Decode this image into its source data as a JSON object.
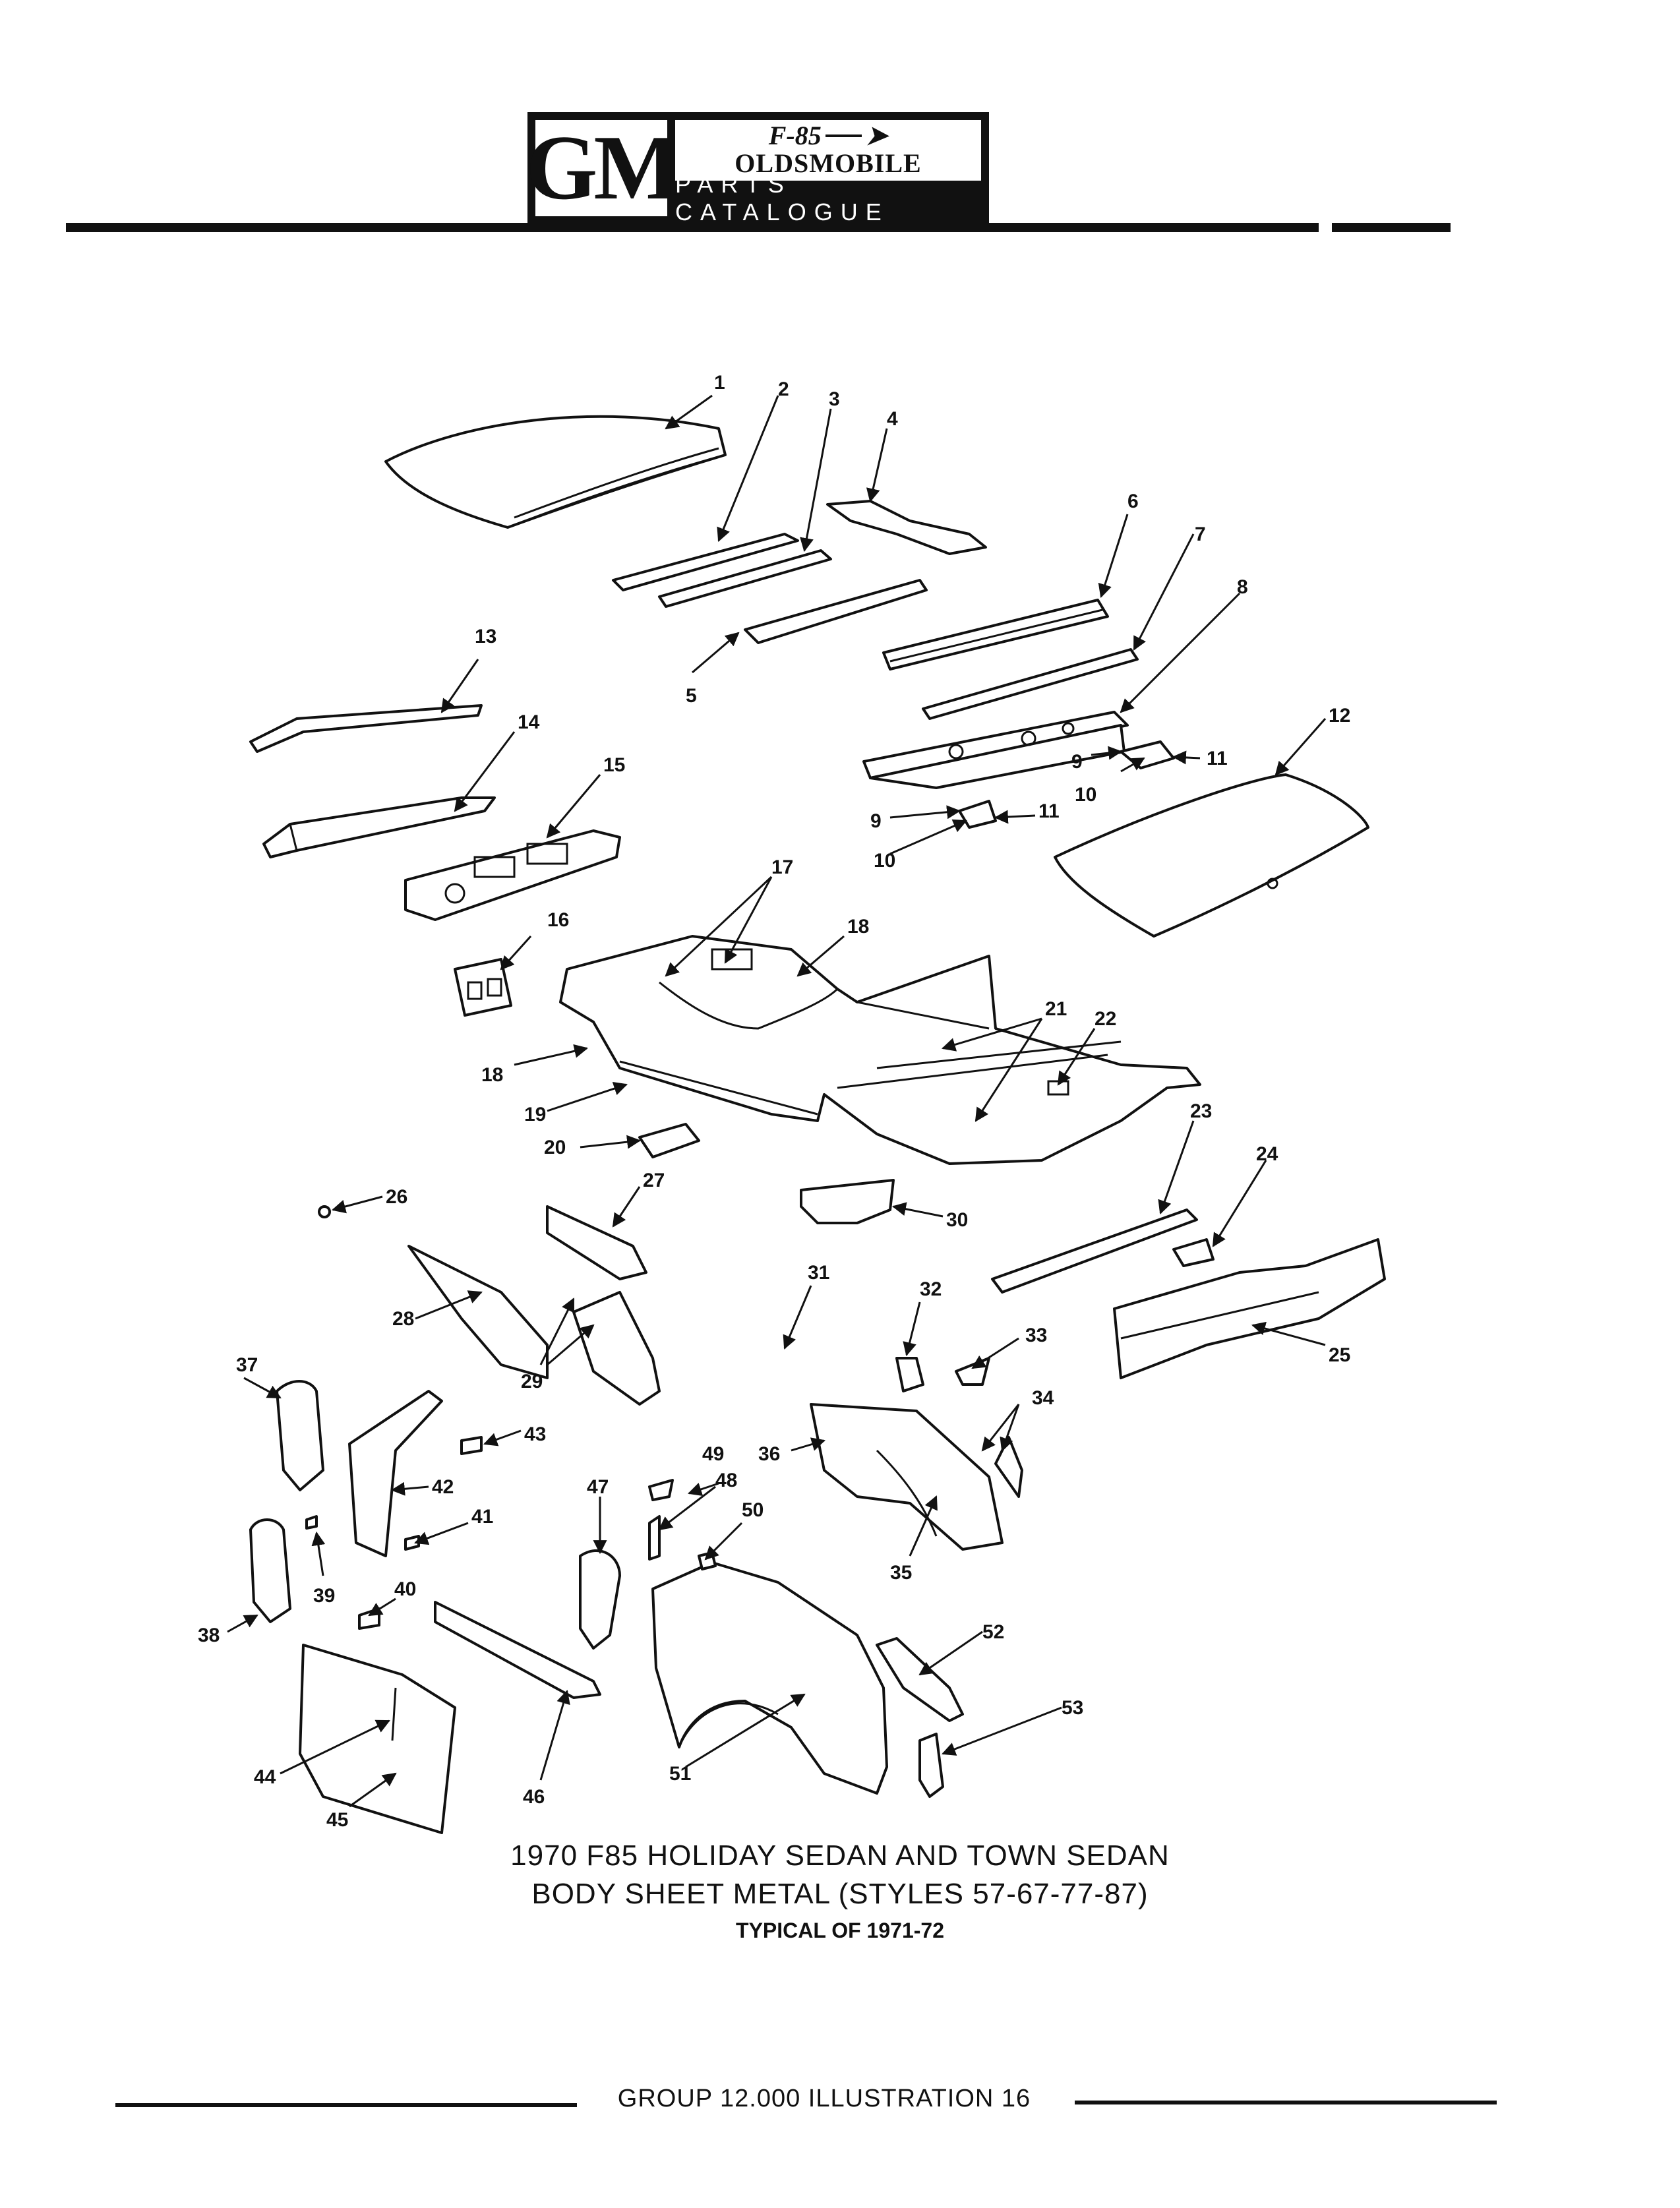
{
  "header": {
    "logo_gm": "GM",
    "logo_model": "F-85",
    "logo_brand": "OLDSMOBILE",
    "logo_catalogue": "PARTS CATALOGUE"
  },
  "callouts": [
    "1",
    "2",
    "3",
    "4",
    "5",
    "6",
    "7",
    "8",
    "9",
    "10",
    "11",
    "12",
    "13",
    "14",
    "15",
    "16",
    "17",
    "18",
    "19",
    "20",
    "21",
    "22",
    "23",
    "24",
    "25",
    "26",
    "27",
    "28",
    "29",
    "30",
    "31",
    "32",
    "33",
    "34",
    "35",
    "36",
    "37",
    "38",
    "39",
    "40",
    "41",
    "42",
    "43",
    "44",
    "45",
    "46",
    "47",
    "48",
    "49",
    "50",
    "51",
    "52",
    "53"
  ],
  "caption": {
    "line1": "1970 F85 HOLIDAY SEDAN AND TOWN SEDAN",
    "line2": "BODY SHEET METAL (STYLES 57-67-77-87)",
    "line3": "TYPICAL OF 1971-72"
  },
  "footer": {
    "text": "GROUP 12.000 ILLUSTRATION 16"
  }
}
